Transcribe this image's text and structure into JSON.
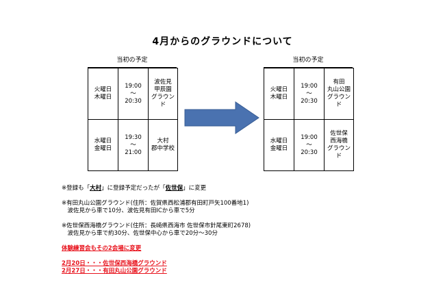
{
  "title": "4月からのグラウンドについて",
  "before": {
    "header": "当初の予定",
    "rows": [
      {
        "days": "火曜日\n木曜日",
        "time": "19:00\n～\n20:30",
        "place": "波佐見\n甲辰園\nグラウン\nド"
      },
      {
        "days": "水曜日\n金曜日",
        "time": "19:30\n～\n21:00",
        "place": "大村\n郡中学校"
      }
    ]
  },
  "after": {
    "header": "当初の予定",
    "rows": [
      {
        "days": "火曜日\n木曜日",
        "time": "19:00\n～\n20:30",
        "place": "有田\n丸山公園\nグラウン\nド"
      },
      {
        "days": "水曜日\n金曜日",
        "time": "19:00\n～\n20:30",
        "place": "佐世保\n西海橋\nグラウン\nド"
      }
    ]
  },
  "notes": {
    "registration": {
      "prefix": "※登録も「",
      "old": "大村",
      "mid": "」に登録予定だったが「",
      "new": "佐世保",
      "suffix": "」に変更"
    },
    "arita_1": "※有田丸山公園グラウンド(住所：佐賀県西松浦郡有田町戸矢100番地1)",
    "arita_2": "　波佐見から車で10分、波佐見有田ICから車で5分",
    "sasebo_1": "※佐世保西海橋グラウンド(住所：長崎県西海市 佐世保市針尾東町2678)",
    "sasebo_2": "　波佐見から車で約30分、佐世保中心から車で20分～30分",
    "trial": "体験練習会もその2会場に変更",
    "date1": "2月20日・・・佐世保西海橋グラウンド",
    "date2": "2月27日・・・有田丸山公園グラウンド"
  },
  "colors": {
    "arrow": "#4a72b0",
    "arrow_stroke": "#385d94",
    "red": "#e8121c"
  }
}
